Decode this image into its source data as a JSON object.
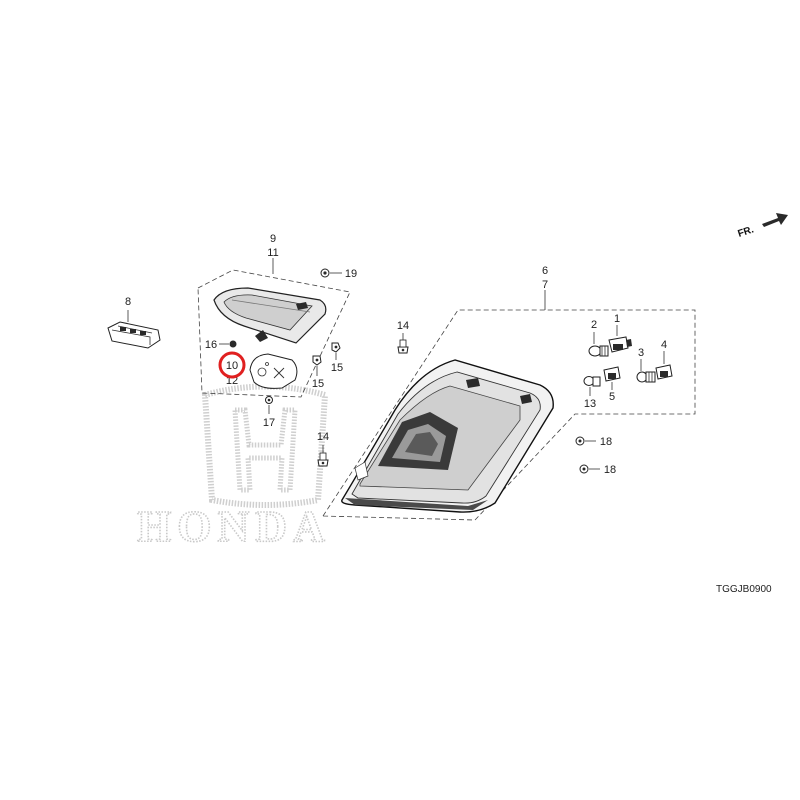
{
  "watermark": {
    "brand": "HONDA",
    "logo": "honda-h-logo"
  },
  "direction_label": "FR.",
  "diagram_code": "TGGJB0900",
  "callouts": {
    "c1": "1",
    "c2": "2",
    "c3": "3",
    "c4": "4",
    "c5": "5",
    "c6": "6",
    "c7": "7",
    "c8": "8",
    "c9": "9",
    "c10": "10",
    "c11": "11",
    "c12": "12",
    "c13": "13",
    "c14a": "14",
    "c14b": "14",
    "c15a": "15",
    "c15b": "15",
    "c16": "16",
    "c17": "17",
    "c18a": "18",
    "c18b": "18",
    "c19": "19"
  },
  "highlight": {
    "part": "10",
    "color": "#e02020"
  }
}
